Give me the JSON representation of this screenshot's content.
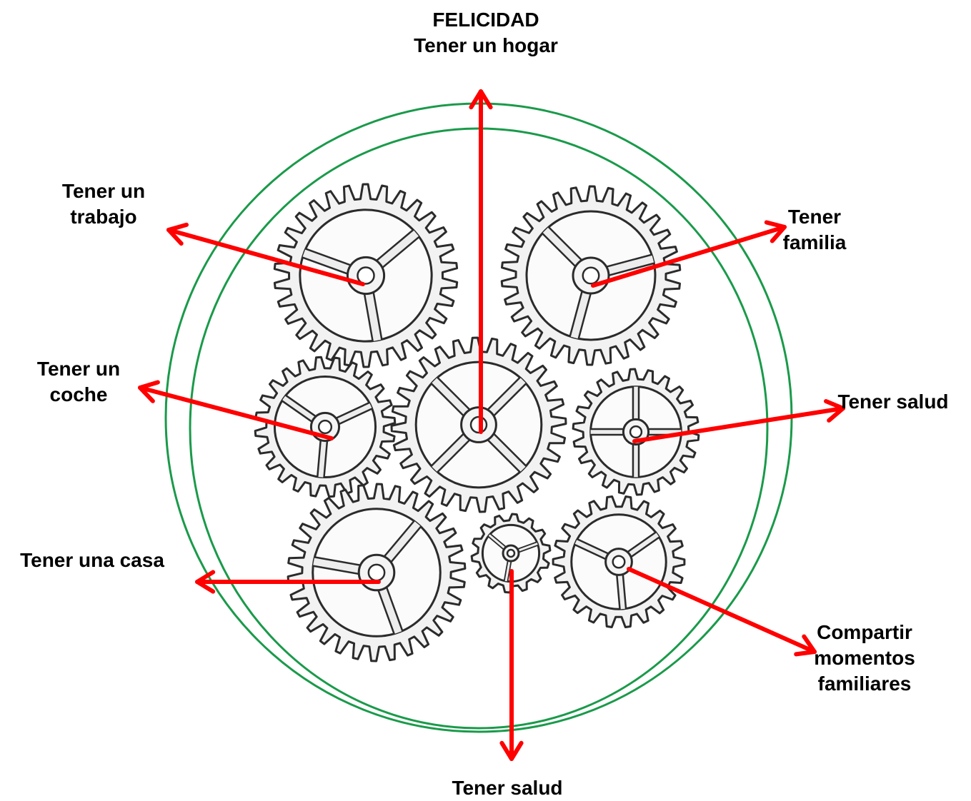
{
  "colors": {
    "arrow": "#ff0000",
    "ring": "#1a9a4a",
    "gear_stroke": "#2b2b2b",
    "gear_fill": "#f2f2f2",
    "text": "#000000"
  },
  "labels": {
    "top_line1": "FELICIDAD",
    "top_line2": "Tener un hogar",
    "trabajo_line1": "Tener un",
    "trabajo_line2": "trabajo",
    "familia_line1": "Tener",
    "familia_line2": "familia",
    "coche_line1": "Tener un",
    "coche_line2": "coche",
    "salud_right": "Tener salud",
    "casa": "Tener una casa",
    "compartir_line1": "Compartir",
    "compartir_line2": "momentos",
    "compartir_line3": "familiares",
    "salud_bottom": "Tener salud"
  },
  "gears": [
    {
      "name": "gear-top-left",
      "spokes": 3
    },
    {
      "name": "gear-top-right",
      "spokes": 3
    },
    {
      "name": "gear-middle-left",
      "spokes": 3
    },
    {
      "name": "gear-center",
      "spokes": 4
    },
    {
      "name": "gear-middle-right",
      "spokes": 4
    },
    {
      "name": "gear-bottom-left",
      "spokes": 3
    },
    {
      "name": "gear-bottom-small",
      "spokes": 3
    },
    {
      "name": "gear-bottom-right",
      "spokes": 3
    }
  ]
}
